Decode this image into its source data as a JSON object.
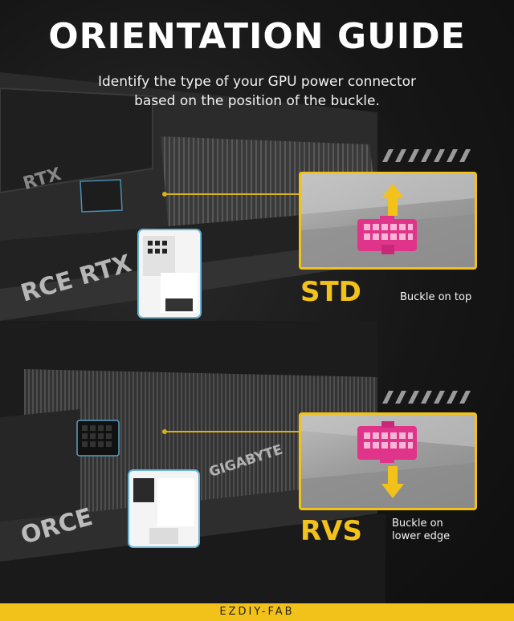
{
  "title": "ORIENTATION GUIDE",
  "subtitle": {
    "line1": "Identify the type of your GPU power connector",
    "line2": "based on the position of the buckle."
  },
  "gpu_labels": {
    "rtx_top": "RTX",
    "rce_rtx": "RCE RTX",
    "orce": "ORCE",
    "gigabyte": "GIGABYTE"
  },
  "std": {
    "label": "STD",
    "description": "Buckle on top"
  },
  "rvs": {
    "label": "RVS",
    "description_line1": "Buckle on",
    "description_line2": "lower edge"
  },
  "footer": "EZDIY-FAB",
  "colors": {
    "accent": "#f2c21b",
    "connector_pink": "#e0338a",
    "background": "#141414"
  }
}
